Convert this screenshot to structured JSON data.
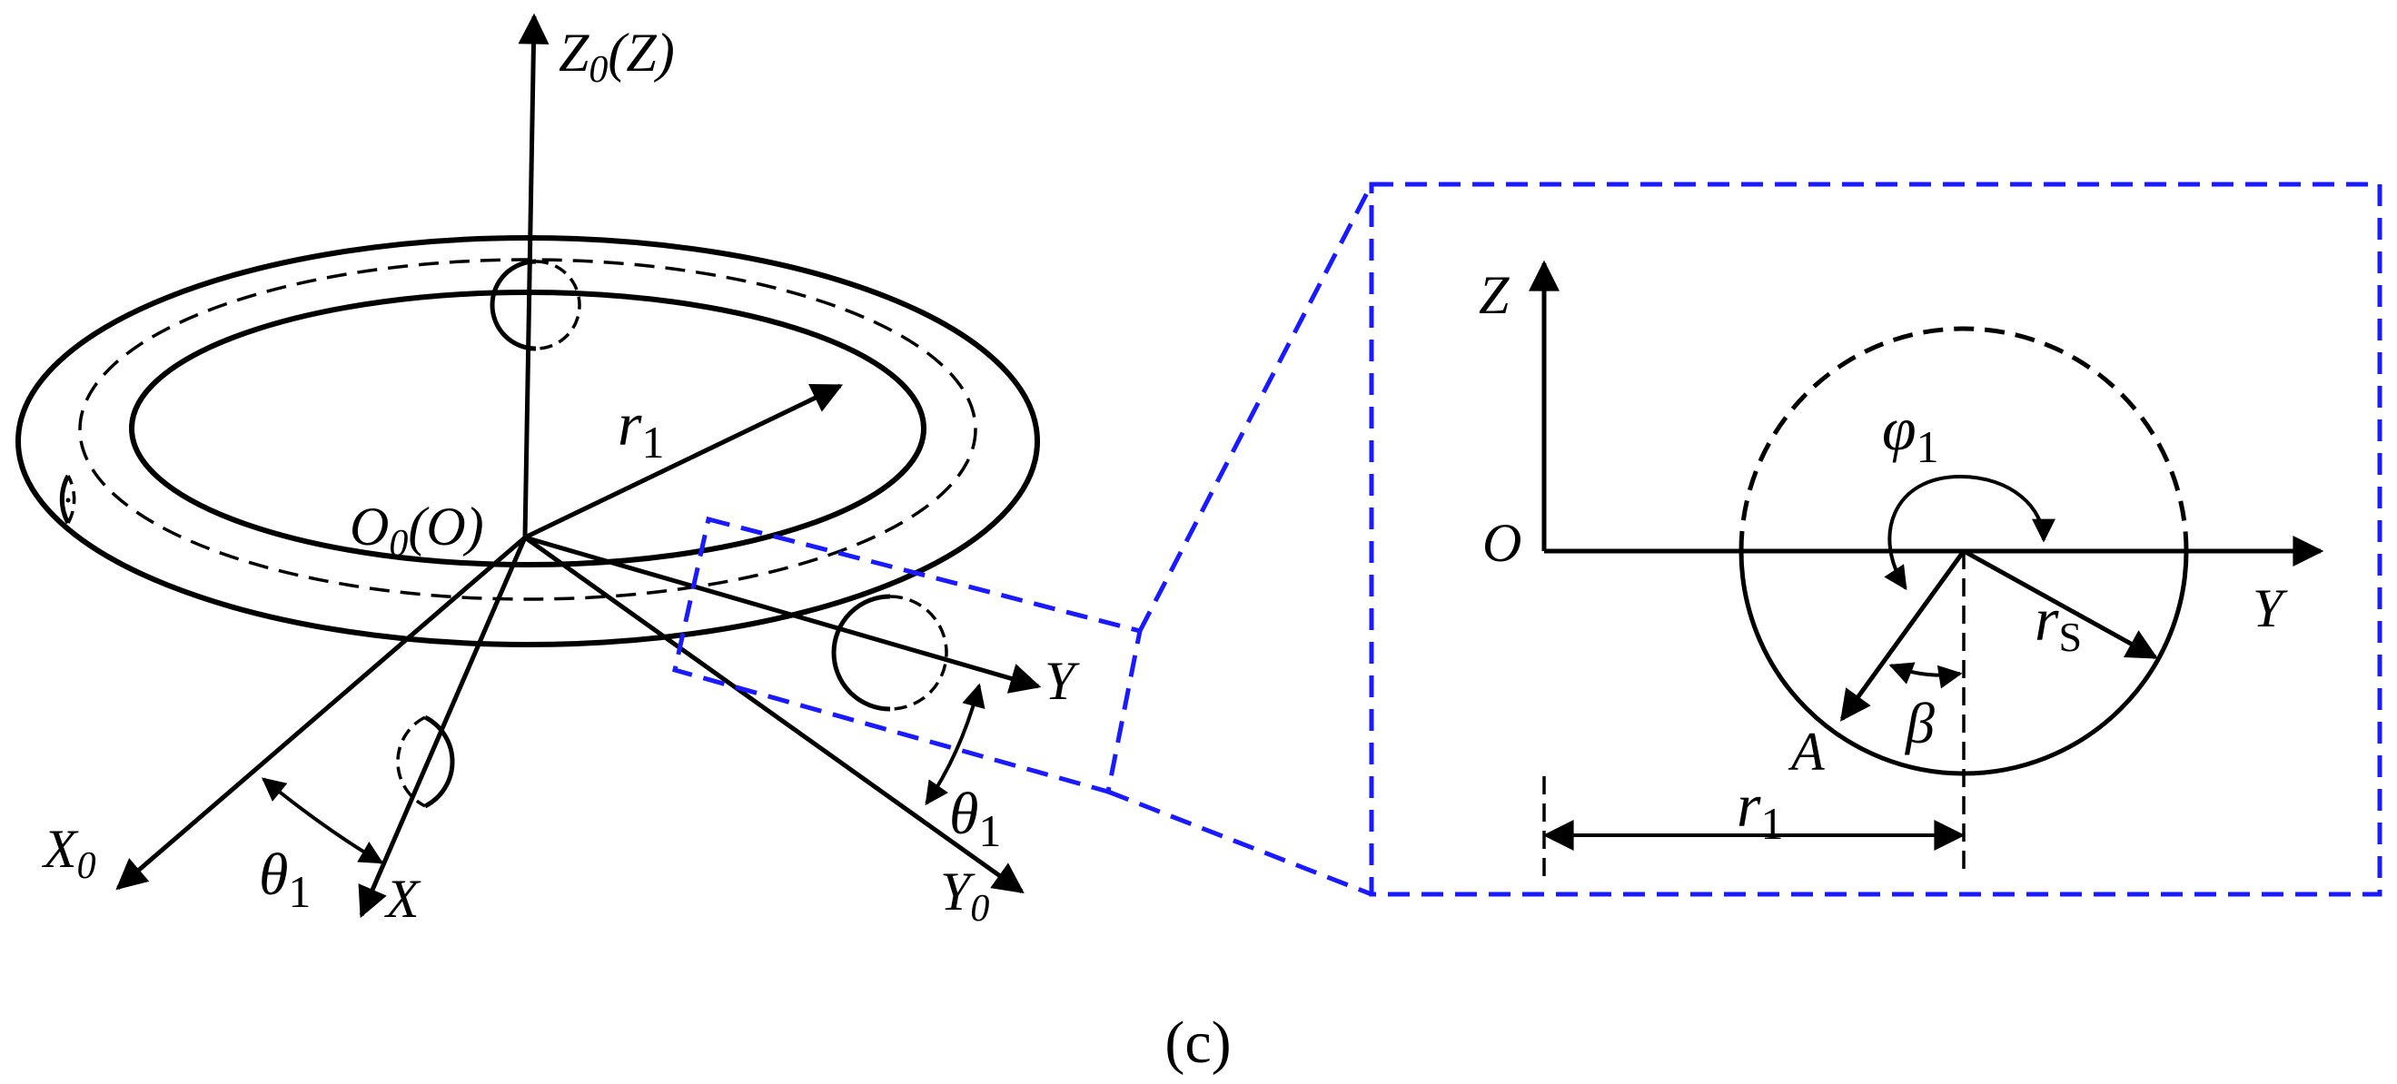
{
  "diagram": {
    "caption": "(c)",
    "left_view": {
      "z_axis": {
        "base": "Z",
        "sub": "0",
        "tail": "(Z)"
      },
      "origin": {
        "base": "O",
        "sub": "0",
        "tail": "(O)"
      },
      "radius": {
        "base": "r",
        "sub": "1"
      },
      "x0_axis": {
        "base": "X",
        "sub": "0"
      },
      "y0_axis": {
        "base": "Y",
        "sub": "0"
      },
      "x_axis": "X",
      "y_axis": "Y",
      "angle_left": {
        "base": "θ",
        "sub": "1"
      },
      "angle_right": {
        "base": "θ",
        "sub": "1"
      }
    },
    "detail_view": {
      "z_axis": "Z",
      "y_axis": "Y",
      "origin": "O",
      "angle_phi": {
        "base": "φ",
        "sub": "1"
      },
      "radius_s": {
        "base": "r",
        "sub": "S"
      },
      "point": "A",
      "angle_beta": "β",
      "distance": {
        "base": "r",
        "sub": "1"
      }
    },
    "colors": {
      "lines": "#000000",
      "detail_frame": "#1a1aff"
    }
  }
}
